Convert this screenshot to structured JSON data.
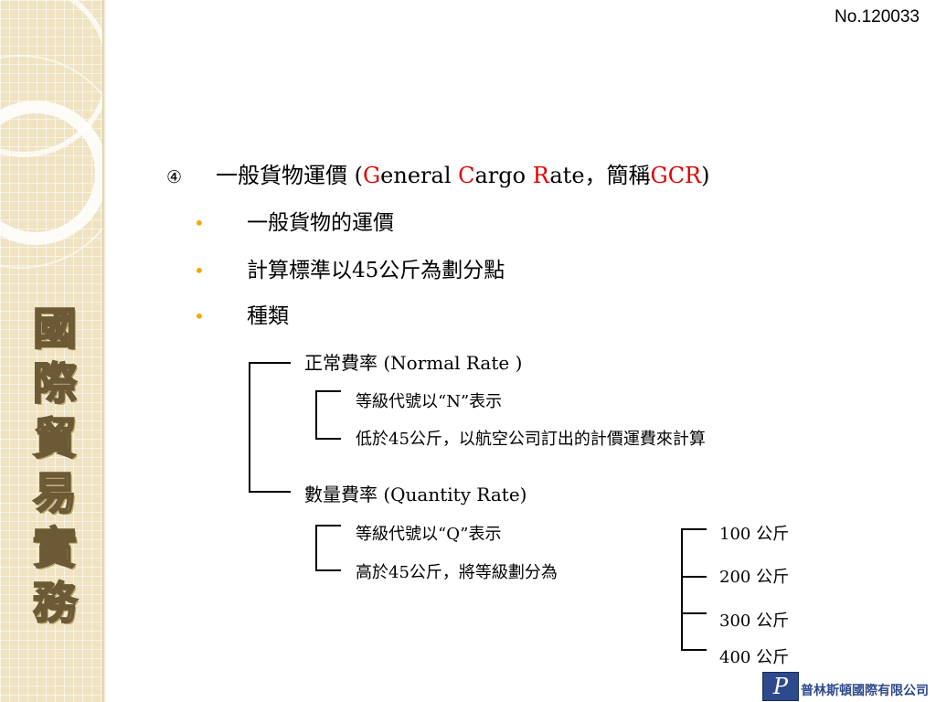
{
  "doc_no": "No.120033",
  "side_title": [
    "國",
    "際",
    "貿",
    "易",
    "實",
    "務"
  ],
  "heading": {
    "marker": "④",
    "prefix": "一般貨物運價 (",
    "g": "G",
    "g_rest": "eneral ",
    "c": "C",
    "c_rest": "argo ",
    "r": "R",
    "r_rest": "ate，簡稱",
    "gcr": "GCR",
    "suffix": ")"
  },
  "bullets": [
    {
      "dot": "•",
      "text": "一般貨物的運價"
    },
    {
      "dot": "•",
      "text": "計算標準以45公斤為劃分點"
    },
    {
      "dot": "•",
      "text": "種類"
    }
  ],
  "normal_rate": {
    "label": "正常費率 (Normal Rate )",
    "items": [
      "等級代號以“N”表示",
      "低於45公斤，以航空公司訂出的計價運費來計算"
    ]
  },
  "quantity_rate": {
    "label": "數量費率 (Quantity Rate)",
    "items": [
      "等級代號以“Q”表示",
      "高於45公斤，將等級劃分為"
    ],
    "levels": [
      "100 公斤",
      "200 公斤",
      "300 公斤",
      "400 公斤"
    ]
  },
  "logo": {
    "mark": "P",
    "text": "普林斯頓國際有限公司"
  },
  "colors": {
    "accent_red": "#e00000",
    "bullet_gold": "#f2a900",
    "side_band": "#efe3c2",
    "logo_blue": "#2e4a8c"
  }
}
